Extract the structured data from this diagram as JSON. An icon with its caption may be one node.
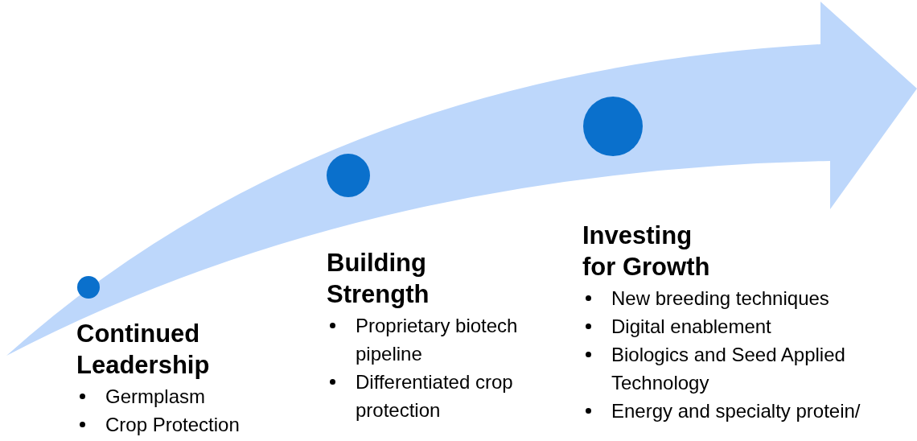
{
  "diagram": {
    "nodes": [
      {
        "text": [
          "Continued Leadership",
          "Germplasm",
          "Crop Protection"
        ]
      },
      {
        "text": [
          "Building Strength",
          "Proprietary biotech pipeline",
          "Differentiated crop protection"
        ]
      },
      {
        "text": [
          "Investing for Growth",
          "New breeding techniques",
          "Digital enablement",
          "Biologics and Seed Applied Technology",
          "Energy and specialty protein/"
        ]
      }
    ]
  }
}
